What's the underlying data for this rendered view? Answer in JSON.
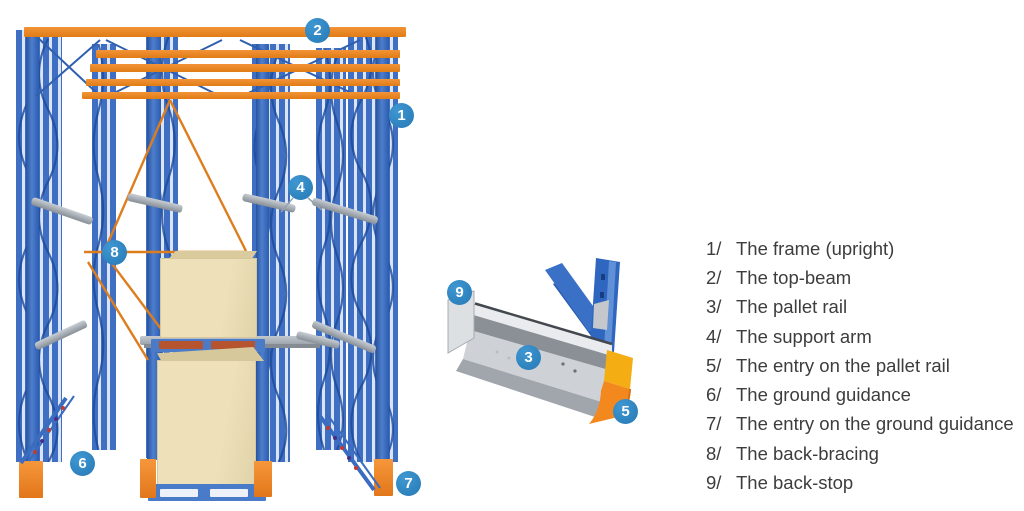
{
  "diagram": {
    "callouts": [
      "1",
      "2",
      "3",
      "4",
      "5",
      "6",
      "7",
      "8",
      "9"
    ],
    "legend": {
      "items": [
        {
          "num": "1/",
          "label": "The frame (upright)"
        },
        {
          "num": "2/",
          "label": "The top-beam"
        },
        {
          "num": "3/",
          "label": "The pallet rail"
        },
        {
          "num": "4/",
          "label": "The support arm"
        },
        {
          "num": "5/",
          "label": "The entry on the pallet rail"
        },
        {
          "num": "6/",
          "label": "The ground guidance"
        },
        {
          "num": "7/",
          "label": "The entry on the ground guidance"
        },
        {
          "num": "8/",
          "label": "The back-bracing"
        },
        {
          "num": "9/",
          "label": "The back-stop"
        }
      ]
    },
    "colors": {
      "callout_blue": "#2e86c3",
      "frame_blue": "#3b6cc0",
      "beam_orange": "#e8831f",
      "foot_orange": "#ee7f1d",
      "pallet_beige": "#ecdfb6",
      "rail_gray": "#ced1d5",
      "entry_yellow": "#f4ad12",
      "entry_orange": "#f2881e",
      "legend_text": "#3d3d3d"
    }
  }
}
